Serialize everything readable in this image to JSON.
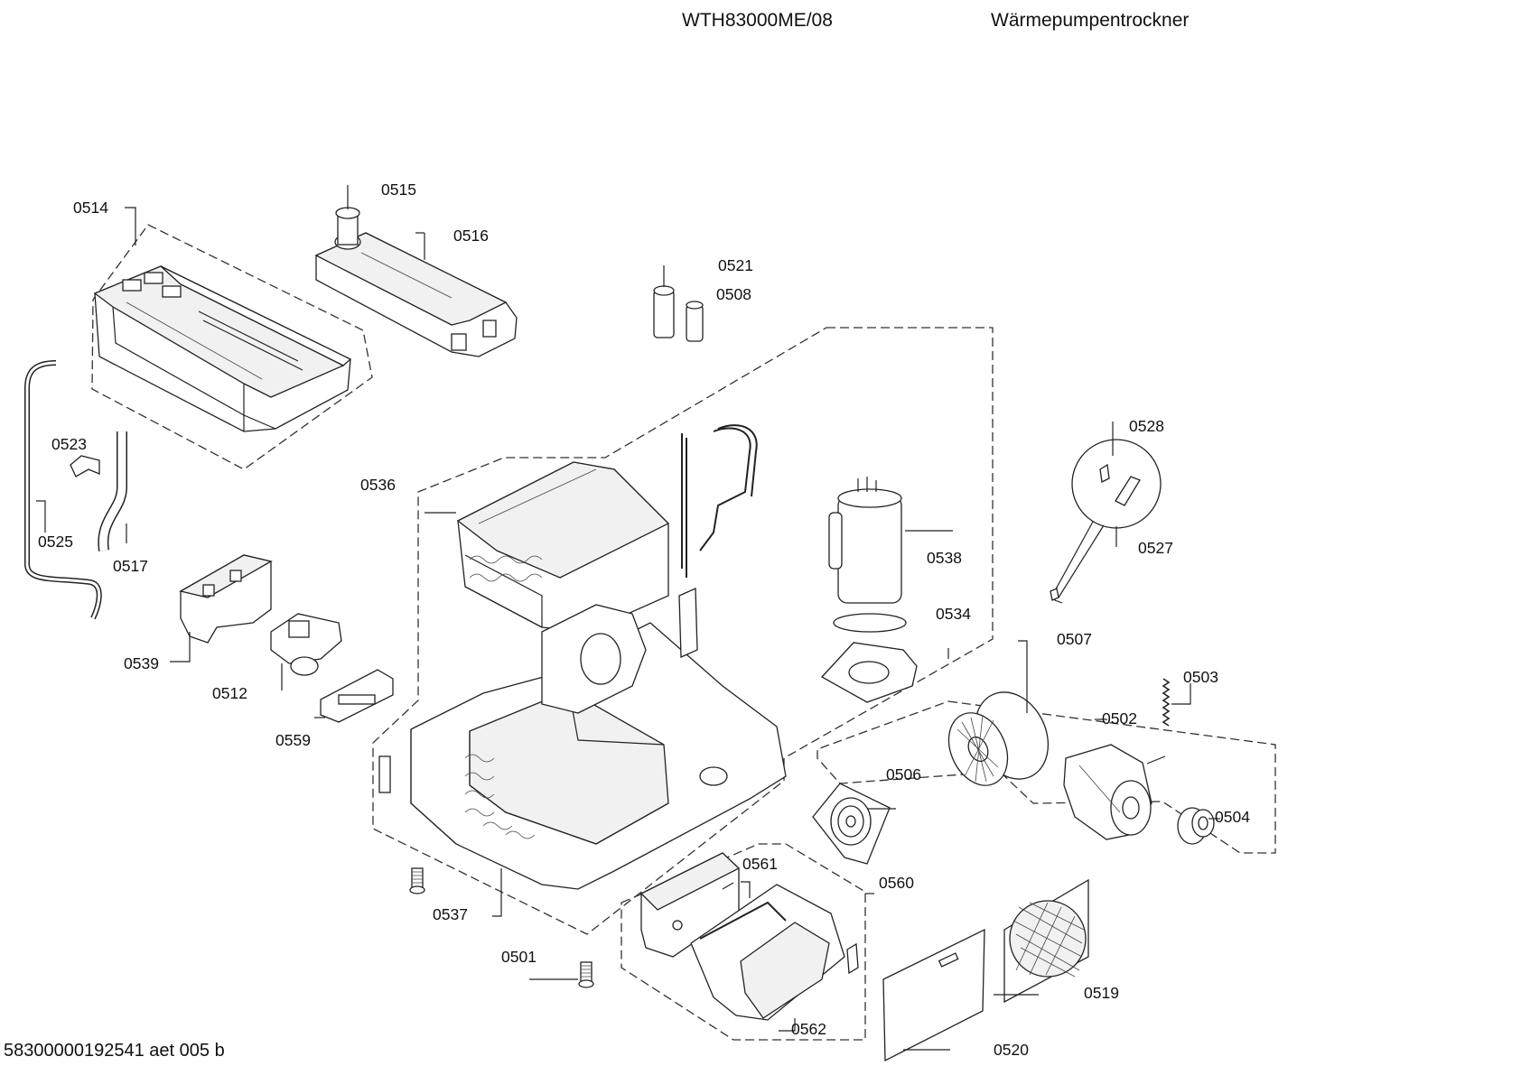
{
  "header": {
    "model": "WTH83000ME/08",
    "description": "Wärmepumpentrockner"
  },
  "footer": {
    "document_code": "58300000192541 aet 005 b"
  },
  "parts": {
    "p0501": "0501",
    "p0502": "0502",
    "p0503": "0503",
    "p0504": "0504",
    "p0506": "0506",
    "p0507": "0507",
    "p0508": "0508",
    "p0512": "0512",
    "p0514": "0514",
    "p0515": "0515",
    "p0516": "0516",
    "p0517": "0517",
    "p0519": "0519",
    "p0520": "0520",
    "p0521": "0521",
    "p0523": "0523",
    "p0525": "0525",
    "p0527": "0527",
    "p0528": "0528",
    "p0534": "0534",
    "p0536": "0536",
    "p0537": "0537",
    "p0538": "0538",
    "p0539": "0539",
    "p0559": "0559",
    "p0560": "0560",
    "p0561": "0561",
    "p0562": "0562"
  }
}
